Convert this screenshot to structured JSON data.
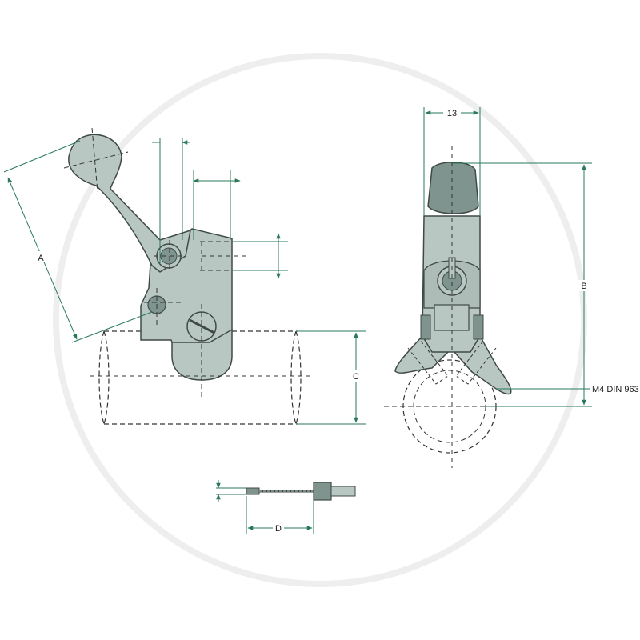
{
  "colors": {
    "part_fill": "#b9c7c2",
    "part_dark": "#7f948e",
    "part_stroke": "#3f4a47",
    "dimension_line": "#2a7a5a",
    "hidden_line": "#333333",
    "watermark": "#e6e6e6"
  },
  "dimensions": {
    "a": "A",
    "b": "B",
    "c": "C",
    "d": "D",
    "width": "13",
    "screw_note": "M4 DIN 963"
  }
}
